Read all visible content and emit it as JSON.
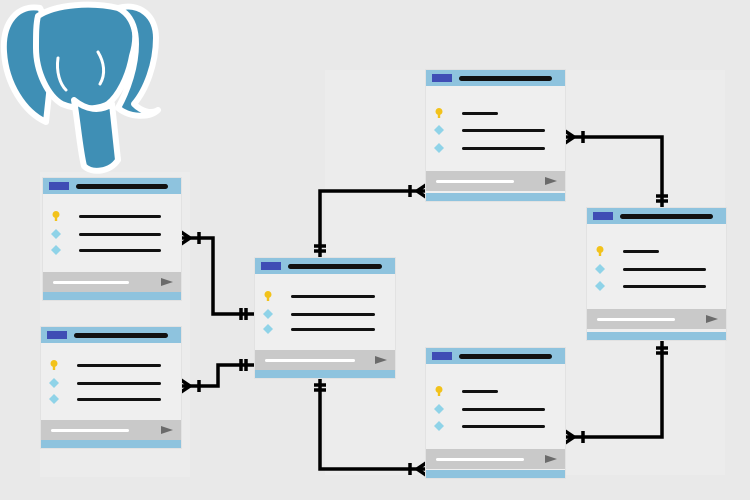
{
  "diagram": {
    "logo": {
      "icon": "postgresql-elephant-icon",
      "colors": {
        "body": "#3f8fb5",
        "outline": "#ffffff"
      }
    },
    "colors": {
      "header": "#8ec3de",
      "header_square": "#3f4db5",
      "card": "#efefef",
      "footer": "#c9c9c9",
      "key_icon": "#f2c21b",
      "diamond_icon": "#8fd3e8",
      "connector": "#000000"
    },
    "tables": [
      {
        "id": "table-left-top",
        "fields": [
          "primary-key",
          "attribute",
          "attribute"
        ]
      },
      {
        "id": "table-left-bottom",
        "fields": [
          "primary-key",
          "attribute",
          "attribute"
        ]
      },
      {
        "id": "table-center",
        "fields": [
          "primary-key",
          "attribute",
          "attribute"
        ]
      },
      {
        "id": "table-top-right",
        "fields": [
          "primary-key",
          "attribute",
          "attribute"
        ]
      },
      {
        "id": "table-bottom-right",
        "fields": [
          "primary-key",
          "attribute",
          "attribute"
        ]
      },
      {
        "id": "table-far-right",
        "fields": [
          "primary-key",
          "attribute",
          "attribute"
        ]
      }
    ],
    "relationships": [
      {
        "from": "table-left-top",
        "to": "table-center",
        "notation": "one-to-one"
      },
      {
        "from": "table-left-bottom",
        "to": "table-center",
        "notation": "one-to-one"
      },
      {
        "from": "table-center",
        "to": "table-top-right",
        "notation": "one-to-one"
      },
      {
        "from": "table-center",
        "to": "table-bottom-right",
        "notation": "one-to-one"
      },
      {
        "from": "table-top-right",
        "to": "table-far-right",
        "notation": "one-to-one"
      },
      {
        "from": "table-bottom-right",
        "to": "table-far-right",
        "notation": "one-to-one"
      }
    ]
  }
}
